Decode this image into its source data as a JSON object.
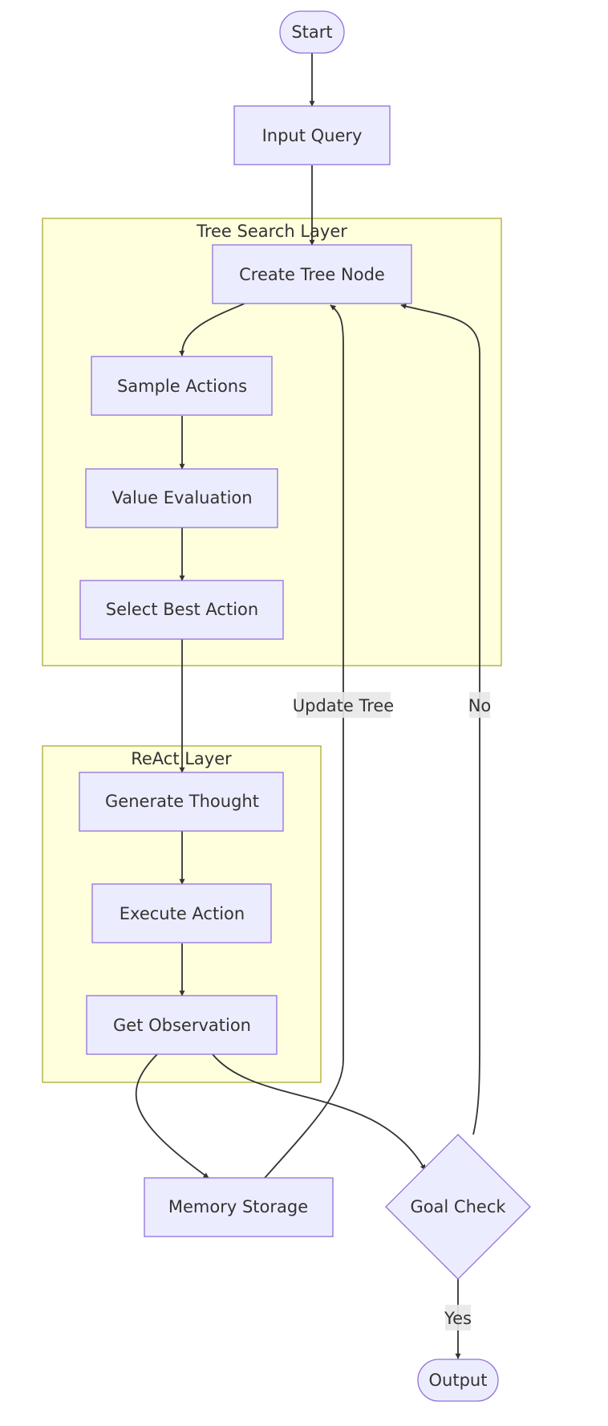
{
  "clusters": {
    "tree_search": "Tree Search Layer",
    "react": "ReAct Layer"
  },
  "nodes": {
    "start": "Start",
    "input_query": "Input Query",
    "create_tree_node": "Create Tree Node",
    "sample_actions": "Sample Actions",
    "value_evaluation": "Value Evaluation",
    "select_best_action": "Select Best Action",
    "generate_thought": "Generate Thought",
    "execute_action": "Execute Action",
    "get_observation": "Get Observation",
    "memory_storage": "Memory Storage",
    "goal_check": "Goal Check",
    "output": "Output"
  },
  "edge_labels": {
    "update_tree": "Update Tree",
    "no": "No",
    "yes": "Yes"
  },
  "colors": {
    "node_fill": "#ECECFF",
    "node_stroke": "#9370DB",
    "cluster_fill": "#FFFFDE",
    "cluster_stroke": "#AAAA33",
    "edge": "#333333",
    "text": "#333333"
  }
}
